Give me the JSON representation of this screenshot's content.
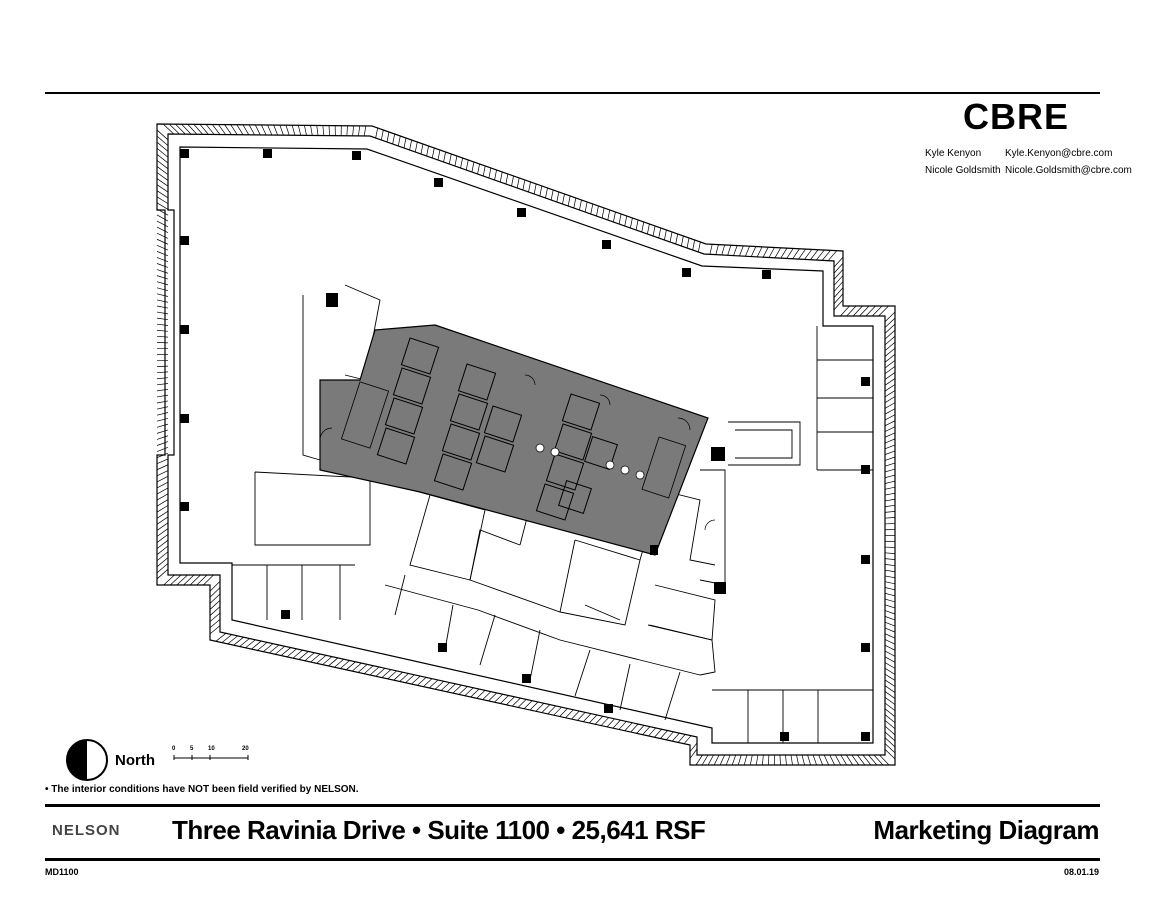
{
  "brand": {
    "logo_text": "CBRE"
  },
  "contacts": [
    {
      "name": "Kyle Kenyon",
      "email": "Kyle.Kenyon@cbre.com"
    },
    {
      "name": "Nicole Goldsmith",
      "email": "Nicole.Goldsmith@cbre.com"
    }
  ],
  "north": {
    "label": "North"
  },
  "scale": {
    "ticks": [
      "0",
      "5",
      "10",
      "20"
    ]
  },
  "note": "• The interior conditions have NOT been field verified by NELSON.",
  "footer": {
    "firm": "NELSON",
    "title": "Three Ravinia Drive • Suite 1100  • 25,641 RSF",
    "doc_type": "Marketing Diagram",
    "code": "MD1100",
    "date": "08.01.19"
  },
  "colors": {
    "core_fill": "#7a7a7a",
    "line": "#000000",
    "accent_firm": "#2f73b5"
  }
}
